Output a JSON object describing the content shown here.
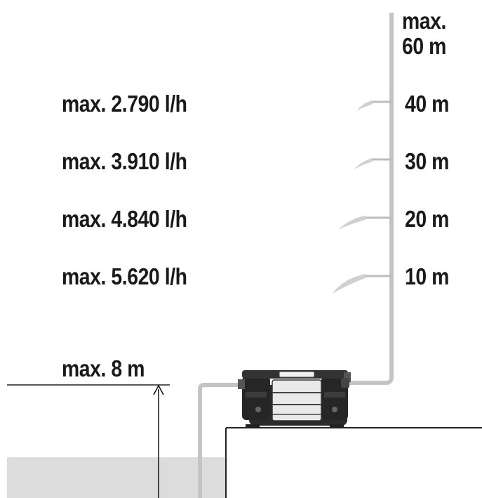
{
  "max_height": {
    "line1": "max.",
    "line2": "60 m"
  },
  "levels": [
    {
      "height": "40 m",
      "flow": "max. 2.790 l/h"
    },
    {
      "height": "30 m",
      "flow": "max. 3.910 l/h"
    },
    {
      "height": "20 m",
      "flow": "max. 4.840 l/h"
    },
    {
      "height": "10 m",
      "flow": "max. 5.620 l/h"
    }
  ],
  "suction_depth": "max. 8 m",
  "colors": {
    "pipe": "#bdbdbd",
    "text": "#1a1a1a",
    "water": "#dcdcdc",
    "pump_body": "#2b2b2b"
  }
}
